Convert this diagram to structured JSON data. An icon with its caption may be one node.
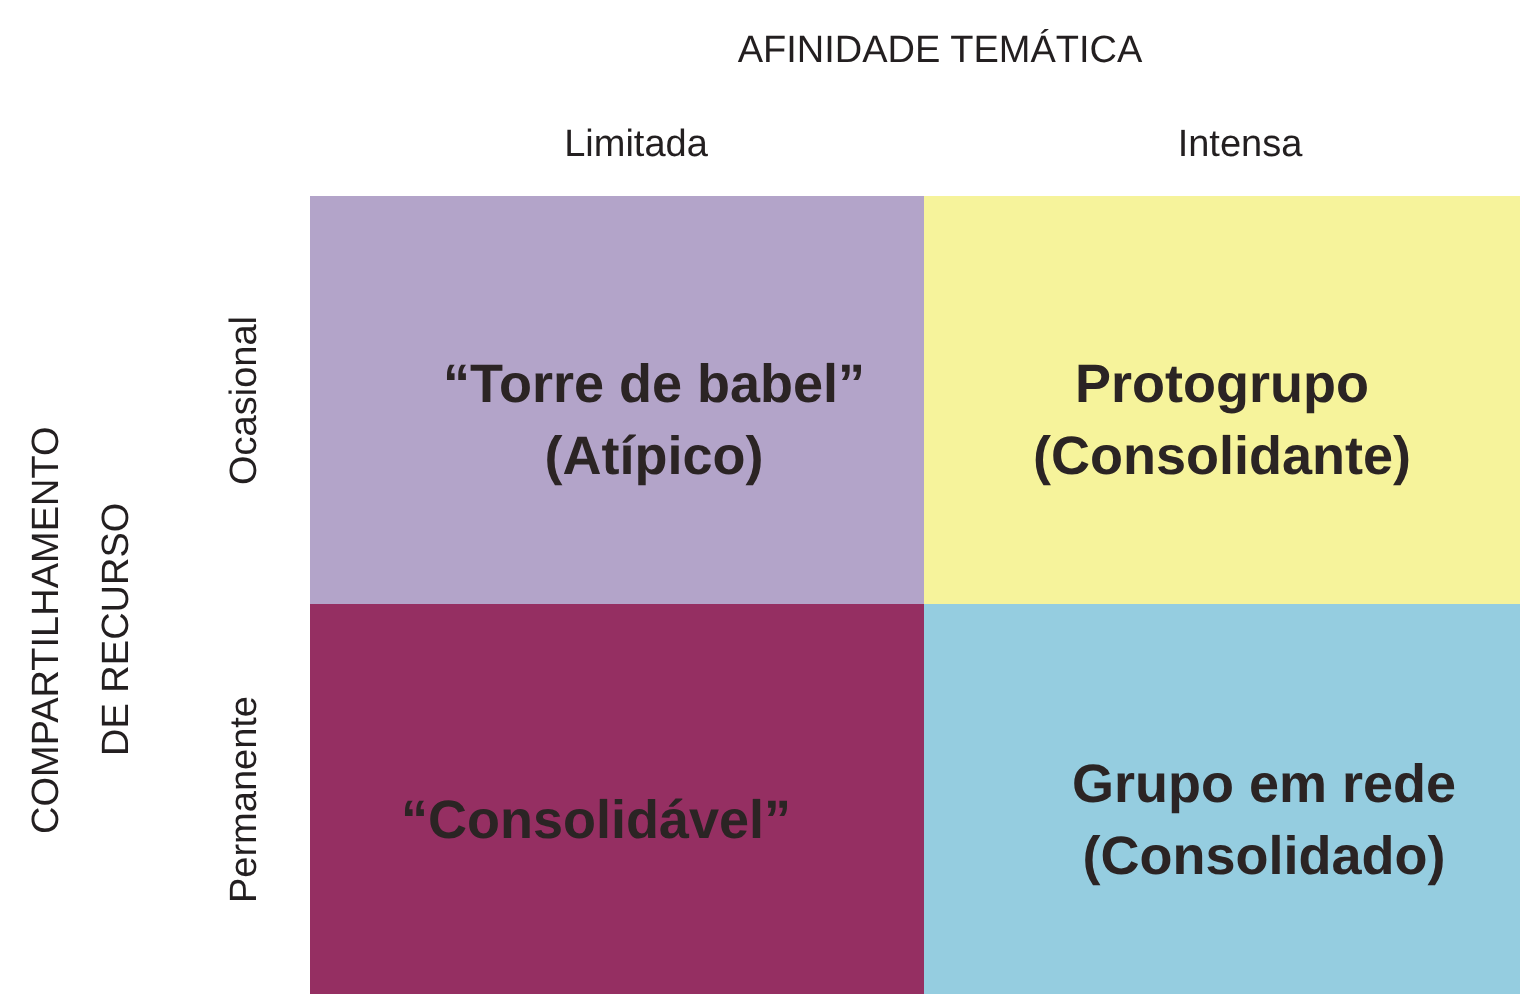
{
  "diagram": {
    "nodes": [
      {
        "text": [
          "“Torre de babel” (Atípico)"
        ]
      },
      {
        "text": [
          "Protogrupo (Consolidante)"
        ]
      },
      {
        "text": [
          "“Consolidável”"
        ]
      },
      {
        "text": [
          "Grupo em rede (Consolidado)"
        ]
      }
    ],
    "labels": [
      "AFINIDADE TEMÁTICA",
      "Limitada",
      "Intensa",
      "COMPARTILHAMENTO DE RECURSO",
      "Ocasional",
      "Permanente"
    ]
  }
}
